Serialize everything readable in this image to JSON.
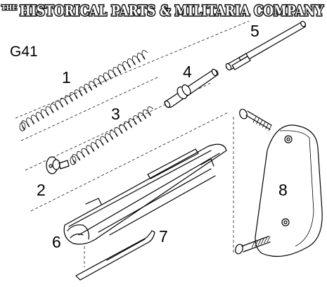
{
  "banner": {
    "prefix": "THE",
    "title": "HISTORICAL PARTS & MILITARIA COMPANY"
  },
  "model": "G41",
  "callouts": [
    "1",
    "2",
    "3",
    "4",
    "5",
    "6",
    "7",
    "8"
  ]
}
